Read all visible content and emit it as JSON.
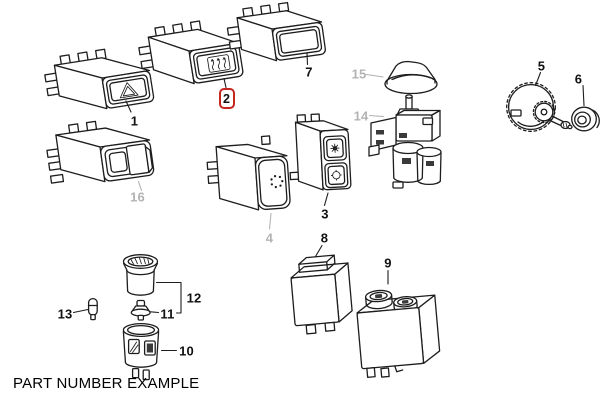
{
  "caption": "PART NUMBER EXAMPLE",
  "highlight": {
    "part": "2",
    "box_color": "#c5271f"
  },
  "colors": {
    "line": "#1d1d1d",
    "label": "#111111",
    "ghost_label": "#b3b3b3",
    "background": "#ffffff"
  },
  "labels": {
    "p1": "1",
    "p2": "2",
    "p3": "3",
    "p4": "4",
    "p5": "5",
    "p6": "6",
    "p7": "7",
    "p8": "8",
    "p9": "9",
    "p10": "10",
    "p11": "11",
    "p12": "12",
    "p13": "13",
    "p14": "14",
    "p15": "15",
    "p16": "16"
  },
  "ghost_labels": [
    "4",
    "14",
    "15",
    "16"
  ],
  "icons": {
    "switch_1": "hazard-warning-triangle-icon",
    "switch_2": "rear-window-defrost-icon",
    "switch_3_top": "fan-star-icon",
    "switch_3_bottom": "rotary-dial-icon",
    "switch_4": "blower-ring-icon"
  }
}
